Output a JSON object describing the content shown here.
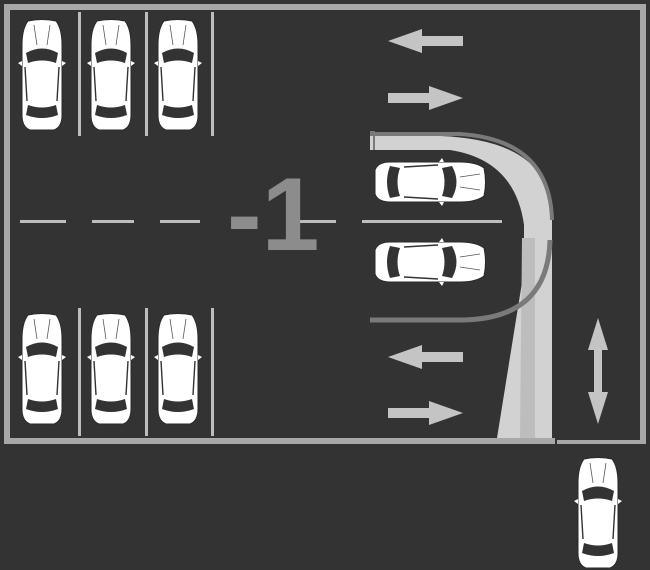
{
  "level": {
    "label": "-1"
  },
  "parking": {
    "top_row_cars": 3,
    "bottom_row_cars": 3,
    "ramp_cars": 2,
    "entry_cars": 1
  },
  "arrows": [
    {
      "name": "lane-arrow-top-left",
      "direction": "left"
    },
    {
      "name": "lane-arrow-top-right",
      "direction": "right"
    },
    {
      "name": "lane-arrow-bottom-left",
      "direction": "left"
    },
    {
      "name": "lane-arrow-bottom-right",
      "direction": "right"
    },
    {
      "name": "entry-arrow-updown",
      "direction": "up-down"
    }
  ],
  "colors": {
    "asphalt": "#333333",
    "border": "#a8a8a8",
    "marking": "#bdbdbd",
    "level_text": "#8c8c8c",
    "ramp_fill": "#d2d2d2",
    "ramp_edge": "#7a7a7a",
    "car_body": "#ffffff",
    "car_detail": "#333333"
  }
}
